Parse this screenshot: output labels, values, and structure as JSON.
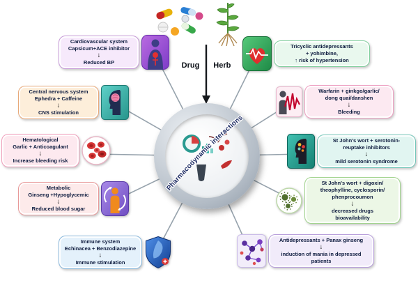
{
  "figure": {
    "drug_label": "Drug",
    "herb_label": "Herb",
    "center_title": "Pharmacodynamic interactions"
  },
  "colors": {
    "spoke": "#97a3ad",
    "arrow": "#15181c",
    "title_text": "#1d2b63",
    "box_text": "#0e1c3f"
  },
  "nodes": {
    "cardiovascular": {
      "text": "Cardiovascular system\nCapsicum+ACE inhibitor",
      "arrow": "↓",
      "result": "Reduced BP",
      "fill": "#f6e9fb",
      "border": "#c79ad8",
      "icon": "body-heart-icon"
    },
    "cns": {
      "text": "Central nervous system\nEphedra + Caffeine",
      "arrow": "↓",
      "result": "CNS stimulation",
      "fill": "#fdeeda",
      "border": "#e8a878",
      "icon": "head-brain-icon"
    },
    "hematological": {
      "text": "Hematological\nGarlic + Anticoagulant",
      "arrow": "↓",
      "result": "Increase bleeding risk",
      "fill": "#fde9ef",
      "border": "#f0a0bc",
      "icon": "blood-cells-icon"
    },
    "metabolic": {
      "text": "Metabolic\nGinseng +Hypoglycemic",
      "arrow": "↓",
      "result": "Reduced blood sugar",
      "fill": "#fdeaea",
      "border": "#e89898",
      "icon": "metabolism-icon"
    },
    "immune": {
      "text": "Immune system\nEchinacea + Benzodiazepine",
      "arrow": "↓",
      "result": "Immune stimulation",
      "fill": "#e4f1fb",
      "border": "#8ab8dc",
      "icon": "shield-icon"
    },
    "tricyclic": {
      "text": "Tricyclic antidepressants\n+ yohimbine,",
      "arrow": "",
      "result": "↑ risk of hypertension",
      "fill": "#e9f8ee",
      "border": "#82cf9e",
      "icon": "heart-ecg-icon"
    },
    "warfarin": {
      "text": "Warfarin + ginkgo/garlic/\ndong quai/danshen",
      "arrow": "↓",
      "result": "Bleeding",
      "fill": "#fce9f1",
      "border": "#eea0c2",
      "icon": "patient-waveform-icon"
    },
    "stjohns_ssri": {
      "text": "St John's wort + serotonin-\nreuptake inhibitors",
      "arrow": "↓",
      "result": "mild serotonin syndrome",
      "fill": "#e1f5f1",
      "border": "#72c6b8",
      "icon": "head-serotonin-icon"
    },
    "stjohns_digoxin": {
      "text": "St John's wort + digoxin/\ntheophylline, cyclosporin/\nphenprocoumon",
      "arrow": "↓",
      "result": "decreased drugs\nbioavailability",
      "fill": "#ecf7e6",
      "border": "#a2d48e",
      "icon": "microbe-icon"
    },
    "antidepressants": {
      "text": "Antidepressants + Panax ginseng",
      "arrow": "↓",
      "result": "induction of mania in depressed\npatients",
      "fill": "#f1ebfa",
      "border": "#b9a0dc",
      "icon": "molecule-icon"
    }
  }
}
